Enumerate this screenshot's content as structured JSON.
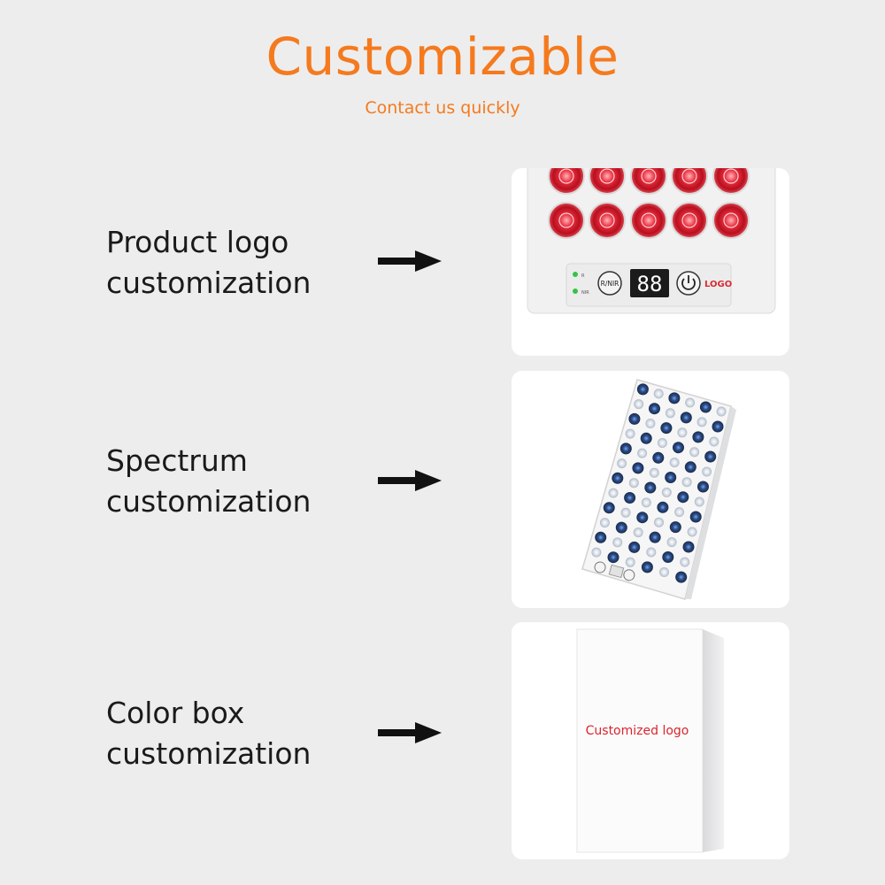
{
  "header": {
    "title": "Customizable",
    "subtitle": "Contact us quickly"
  },
  "rows": [
    {
      "line1": "Product logo",
      "line2": "customization",
      "panel": {
        "indicator_r": "R",
        "indicator_nir": "NIR",
        "mode_button": "R/NIR",
        "display": "88",
        "logo": "LOGO"
      }
    },
    {
      "line1": "Spectrum",
      "line2": "customization"
    },
    {
      "line1": "Color box",
      "line2": "customization",
      "box": {
        "logo": "Customized logo"
      }
    }
  ],
  "colors": {
    "accent": "#f57a1e",
    "text": "#1a1a1a",
    "background": "#ededed",
    "led_red": "#e0212f",
    "led_blue": "#2a4e8f",
    "box_logo": "#d9262e"
  }
}
